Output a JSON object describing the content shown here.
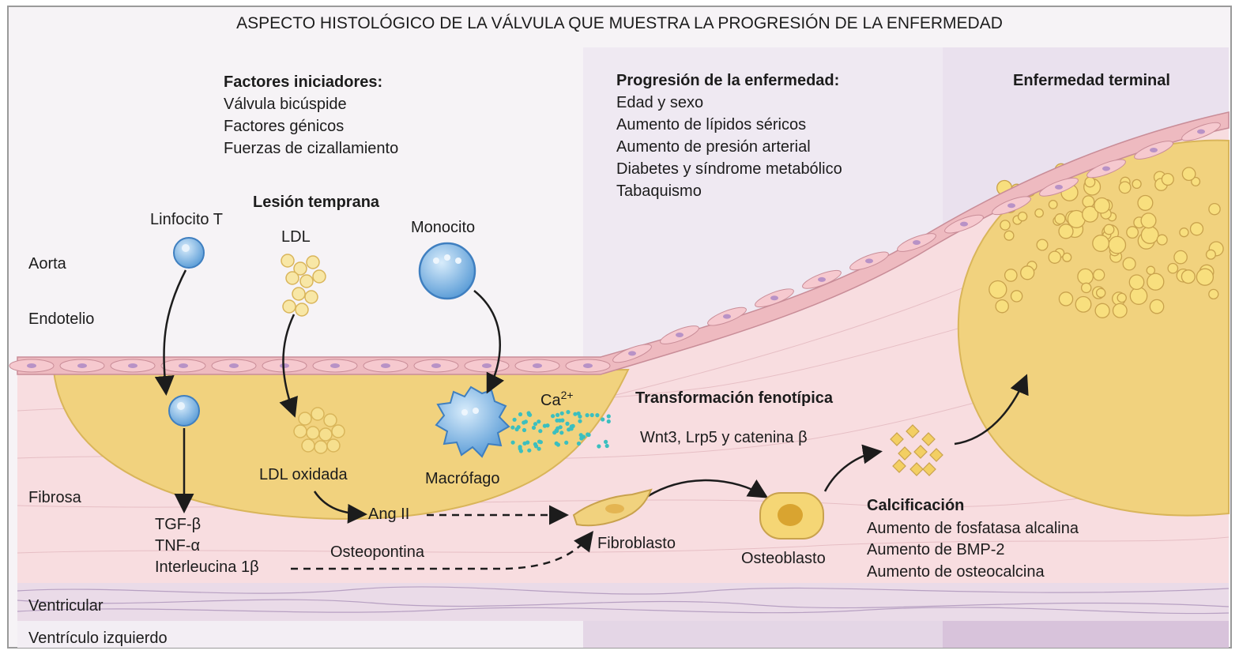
{
  "title": "ASPECTO HISTOLÓGICO DE LA VÁLVULA QUE MUESTRA LA PROGRESIÓN DE LA ENFERMEDAD",
  "layers": {
    "aorta": "Aorta",
    "endotelio": "Endotelio",
    "fibrosa": "Fibrosa",
    "ventricular": "Ventricular",
    "ventriculo": "Ventrículo izquierdo"
  },
  "initiators": {
    "heading": "Factores iniciadores:",
    "items": [
      "Válvula bicúspide",
      "Factores génicos",
      "Fuerzas de cizallamiento"
    ]
  },
  "progression": {
    "heading": "Progresión de la enfermedad:",
    "items": [
      "Edad y sexo",
      "Aumento de lípidos séricos",
      "Aumento de presión arterial",
      "Diabetes y síndrome metabólico",
      "Tabaquismo"
    ]
  },
  "terminal": {
    "heading": "Enfermedad terminal"
  },
  "early": {
    "heading": "Lesión temprana",
    "tcell": "Linfocito T",
    "ldl": "LDL",
    "monocyte": "Monocito",
    "oxldl": "LDL oxidada",
    "macrophage": "Macrófago",
    "ca_base": "Ca",
    "ca_sup": "2+",
    "cytokines": [
      "TGF-β",
      "TNF-α",
      "Interleucina 1β"
    ],
    "angii": "Ang II",
    "osteopontin": "Osteopontina"
  },
  "transformation": {
    "heading": "Transformación fenotípica",
    "subtitle": "Wnt3, Lrp5 y catenina β",
    "fibroblast": "Fibroblasto",
    "osteoblast": "Osteoblasto"
  },
  "calcification": {
    "heading": "Calcificación",
    "items": [
      "Aumento de fosfatasa alcalina",
      "Aumento de BMP-2",
      "Aumento de osteocalcina"
    ]
  },
  "colors": {
    "lesion": "#f1d27e",
    "endothelium": "#eebac0",
    "fibrosa": "#f8dde0",
    "cell": "#7fb6e6",
    "calcium": "#3bbfbf"
  }
}
